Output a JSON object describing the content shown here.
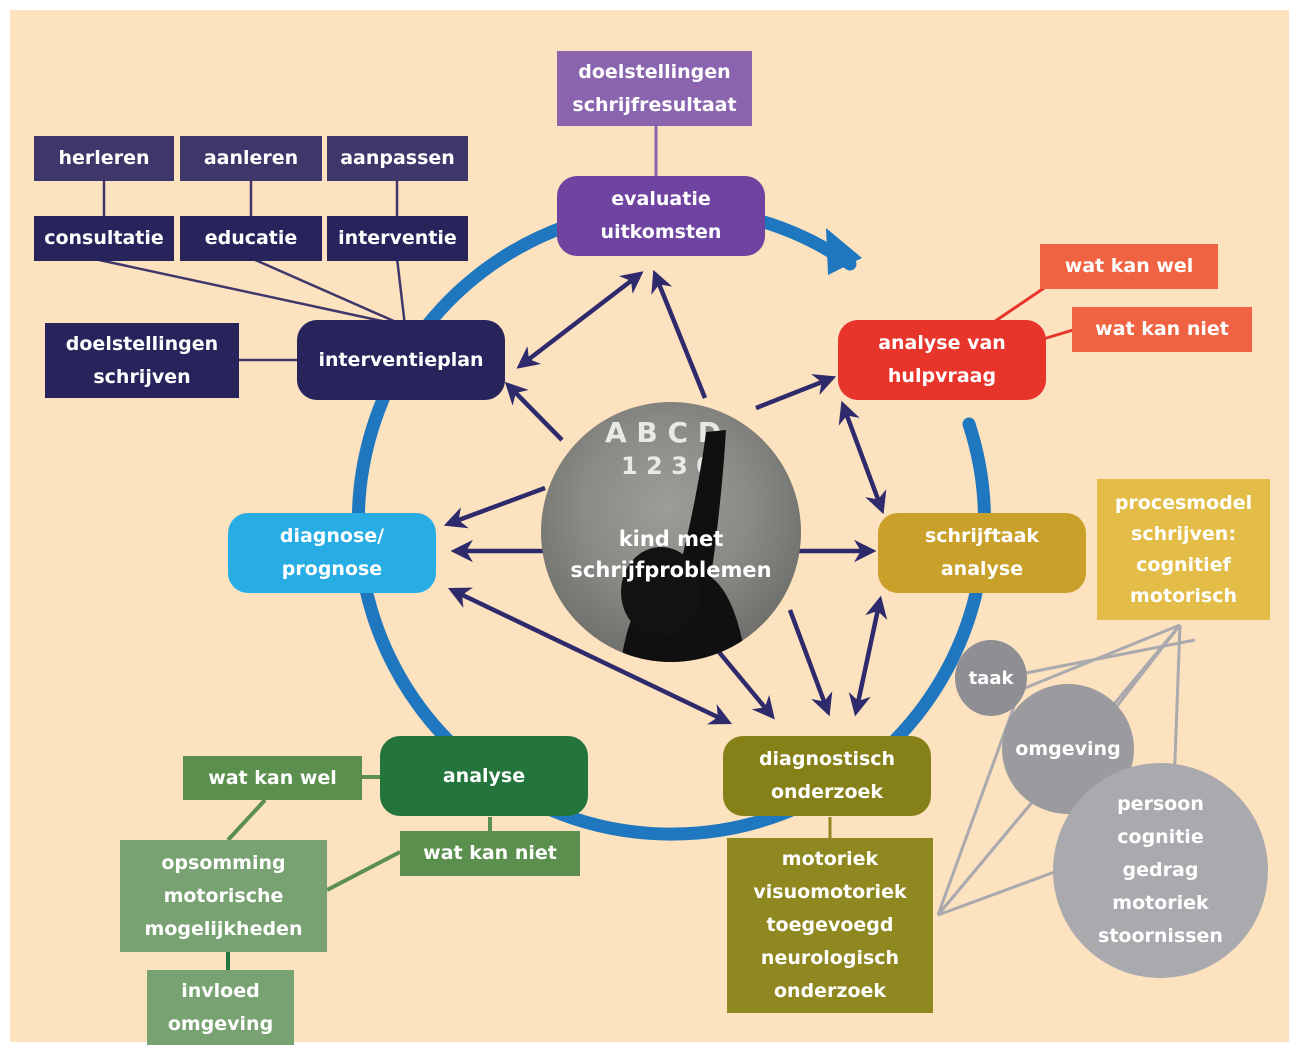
{
  "center": {
    "label": "kind met\nschrijfproblemen",
    "image": "child-writing-on-chalkboard"
  },
  "cycle": {
    "evaluatie": "evaluatie\nuitkomsten",
    "analyse_hulpvraag": "analyse van\nhulpvraag",
    "schrijftaak": "schrijftaak\nanalyse",
    "diagnostisch": "diagnostisch\nonderzoek",
    "analyse": "analyse",
    "diagnose": "diagnose/\nprognose",
    "interventieplan": "interventieplan"
  },
  "evaluation_goals": "doelstellingen\nschrijfresultaat",
  "intervention": {
    "top_row": [
      "herleren",
      "aanleren",
      "aanpassen"
    ],
    "bottom_row": [
      "consultatie",
      "educatie",
      "interventie"
    ],
    "goals": "doelstellingen\nschrijven"
  },
  "hulpvraag": {
    "can": "wat kan wel",
    "cannot": "wat kan niet"
  },
  "procesmodel": "procesmodel\nschrijven:\ncognitief\nmotorisch",
  "factors": {
    "taak": "taak",
    "omgeving": "omgeving",
    "persoon": "persoon\ncognitie\ngedrag\nmotoriek\nstoornissen"
  },
  "diagnostisch_details": "motoriek\nvisuomotoriek\ntoegevoegd\nneurologisch\nonderzoek",
  "analyse_details": {
    "can": "wat kan wel",
    "cannot": "wat kan niet",
    "summary": "opsomming\nmotorische\nmogelijkheden",
    "influence": "invloed\nomgeving"
  },
  "colors": {
    "background": "#fde2c0",
    "cycle_ring": "#1f77c0",
    "arrows": "#2e2a6b",
    "evaluation": "#6e44a0",
    "evaluation_light": "#8a64ae",
    "intervention": "#27245c",
    "intervention_light": "#3f3669",
    "hulpvraag": "#e8352c",
    "hulpvraag_light": "#ef6342",
    "schrijftaak": "#c9a02a",
    "schrijftaak_light": "#e3bd47",
    "diagnostisch": "#868018",
    "diagnostisch_light": "#8f8720",
    "analyse": "#23753b",
    "analyse_mid": "#5a8f4d",
    "analyse_light": "#78a272",
    "diagnose": "#27ade4",
    "factor_dark": "#8e8e93",
    "factor_mid": "#9a9a9f",
    "factor_light": "#a9a9ae"
  }
}
